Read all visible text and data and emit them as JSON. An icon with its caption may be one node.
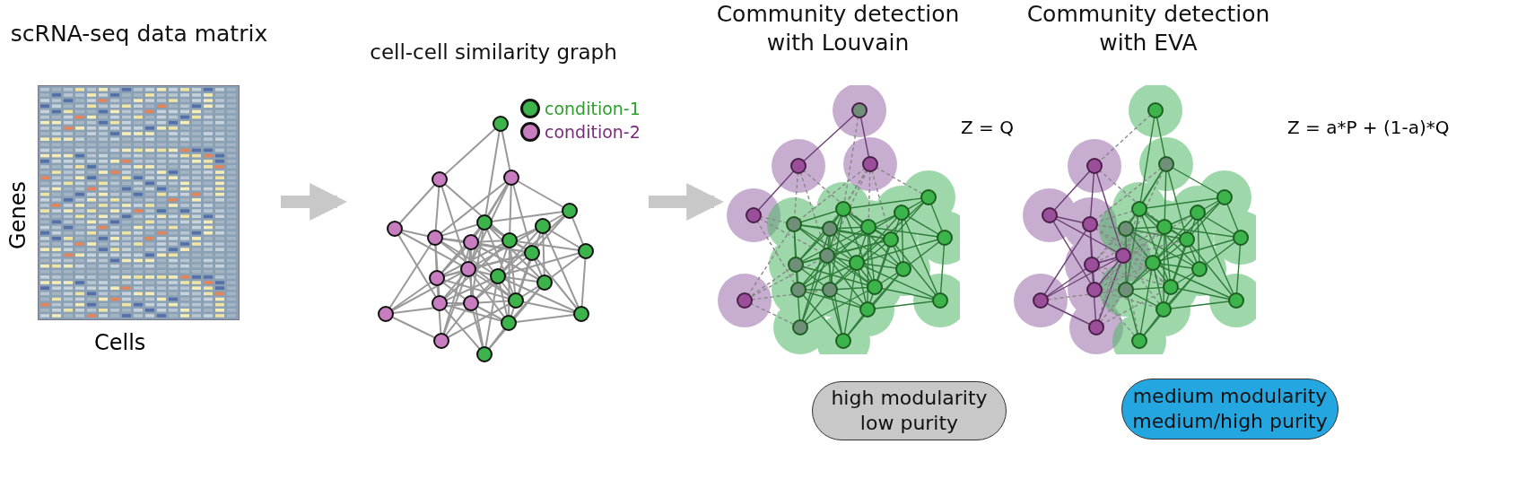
{
  "diagram": {
    "nodes": [
      {
        "text": [
          "scRNA-seq data matrix"
        ],
        "beside": [
          "Genes",
          "Cells"
        ]
      },
      {
        "text": [
          "cell-cell similarity graph"
        ]
      },
      {
        "text": [
          "Community detection with Louvain"
        ],
        "beside": [
          "Z = Q"
        ]
      },
      {
        "text": [
          "Community detection with EVA"
        ],
        "beside": [
          "Z = a*P + (1-a)*Q"
        ]
      },
      {
        "text": [
          "high modularity low purity"
        ]
      },
      {
        "text": [
          "medium modularity medium/high purity"
        ]
      }
    ],
    "edges": [
      {
        "from": 0,
        "to": 1,
        "arrow": "to"
      },
      {
        "from": 1,
        "to": 2,
        "arrow": "to"
      }
    ],
    "legend": [
      {
        "text": "condition-1",
        "color": "#3cb44b"
      },
      {
        "text": "condition-2",
        "color": "#c77dbf"
      }
    ]
  }
}
